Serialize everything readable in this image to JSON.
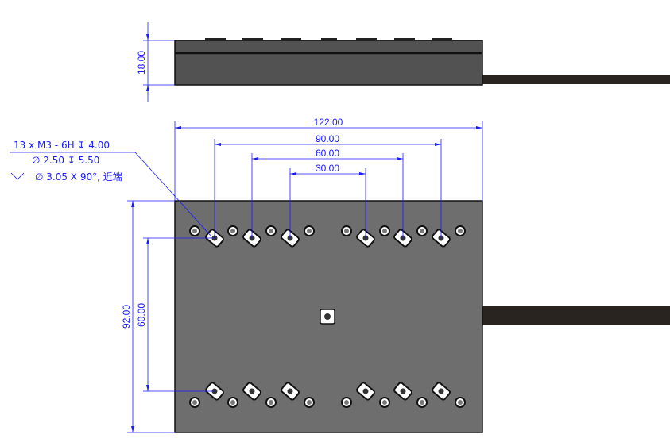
{
  "dimensions": {
    "overall_width": "122.00",
    "outer_hole_span": "90.00",
    "middle_hole_span": "60.00",
    "inner_hole_span": "30.00",
    "overall_height": "92.00",
    "hole_row_spacing": "60.00",
    "thickness": "18.00"
  },
  "hole_callout": {
    "line1": "13 x  M3 - 6H ↧ 4.00",
    "line2": "∅ 2.50 ↧ 5.50",
    "line3": "∅ 3.05 X 90°, 近端"
  },
  "colors": {
    "dimension": "#1a1aff",
    "body": "#6e6e6e",
    "side": "#525252",
    "cable": "#2a2420"
  }
}
